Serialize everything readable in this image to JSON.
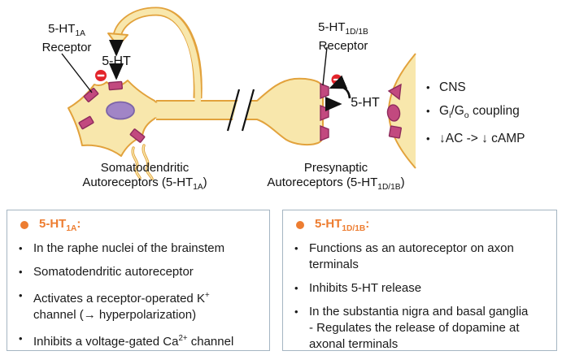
{
  "colors": {
    "cell_fill": "#F8E7AC",
    "cell_stroke": "#E2A23C",
    "receptor_fill": "#C2497F",
    "receptor_stroke": "#8E2B5C",
    "nucleus_fill": "#A185C6",
    "nucleus_stroke": "#7C64A8",
    "inhibit_red": "#E3242B",
    "accent_orange": "#ED7D31",
    "box_border": "#A5B5C2",
    "text": "#1A1A1A"
  },
  "diagram": {
    "label_5ht1a": [
      {
        "v": "5-HT"
      },
      {
        "s": "sub",
        "v": "1A"
      }
    ],
    "label_receptor_left": "Receptor",
    "label_5ht_soma": "5-HT",
    "label_5ht1d1b": [
      {
        "v": "5-HT"
      },
      {
        "s": "sub",
        "v": "1D/1B"
      }
    ],
    "label_receptor_right": "Receptor",
    "label_5ht_terminal": "5-HT",
    "side_bullets": [
      [
        {
          "v": "CNS"
        }
      ],
      [
        {
          "v": "G"
        },
        {
          "s": "sub",
          "v": "i"
        },
        {
          "v": "/G"
        },
        {
          "s": "sub",
          "v": "o"
        },
        {
          "v": " coupling"
        }
      ],
      [
        {
          "v": "↓AC -> ↓ cAMP"
        }
      ]
    ],
    "caption_left": {
      "line1": "Somatodendritic",
      "line2": [
        {
          "v": "Autoreceptors (5-HT"
        },
        {
          "s": "sub",
          "v": "1A"
        },
        {
          "v": ")"
        }
      ]
    },
    "caption_right": {
      "line1": "Presynaptic",
      "line2": [
        {
          "v": "Autoreceptors (5-HT"
        },
        {
          "s": "sub",
          "v": "1D/1B"
        },
        {
          "v": ")"
        }
      ]
    }
  },
  "boxes": [
    {
      "header": [
        {
          "v": "5-HT"
        },
        {
          "s": "sub",
          "v": "1A"
        },
        {
          "v": ":"
        }
      ],
      "bullet_glyph": "•",
      "bullets": [
        [
          {
            "v": "In the raphe nuclei of the brainstem"
          }
        ],
        [
          {
            "v": "Somatodendritic autoreceptor"
          }
        ],
        [
          {
            "v": "Activates a receptor-operated K"
          },
          {
            "s": "sup",
            "v": "+"
          },
          {
            "v": "\nchannel (→ hyperpolarization)"
          }
        ],
        [
          {
            "v": "Inhibits a voltage-gated Ca"
          },
          {
            "s": "sup",
            "v": "2+"
          },
          {
            "v": " channel"
          }
        ]
      ]
    },
    {
      "header": [
        {
          "v": "5-HT"
        },
        {
          "s": "sub",
          "v": "1D/1B"
        },
        {
          "v": ":"
        }
      ],
      "bullet_glyph": "•",
      "bullets": [
        [
          {
            "v": "Functions as an autoreceptor on axon\nterminals"
          }
        ],
        [
          {
            "v": "Inhibits 5-HT release"
          }
        ],
        [
          {
            "v": "In the substantia nigra and basal ganglia\n- Regulates the release of dopamine at\naxonal terminals"
          }
        ]
      ]
    }
  ]
}
